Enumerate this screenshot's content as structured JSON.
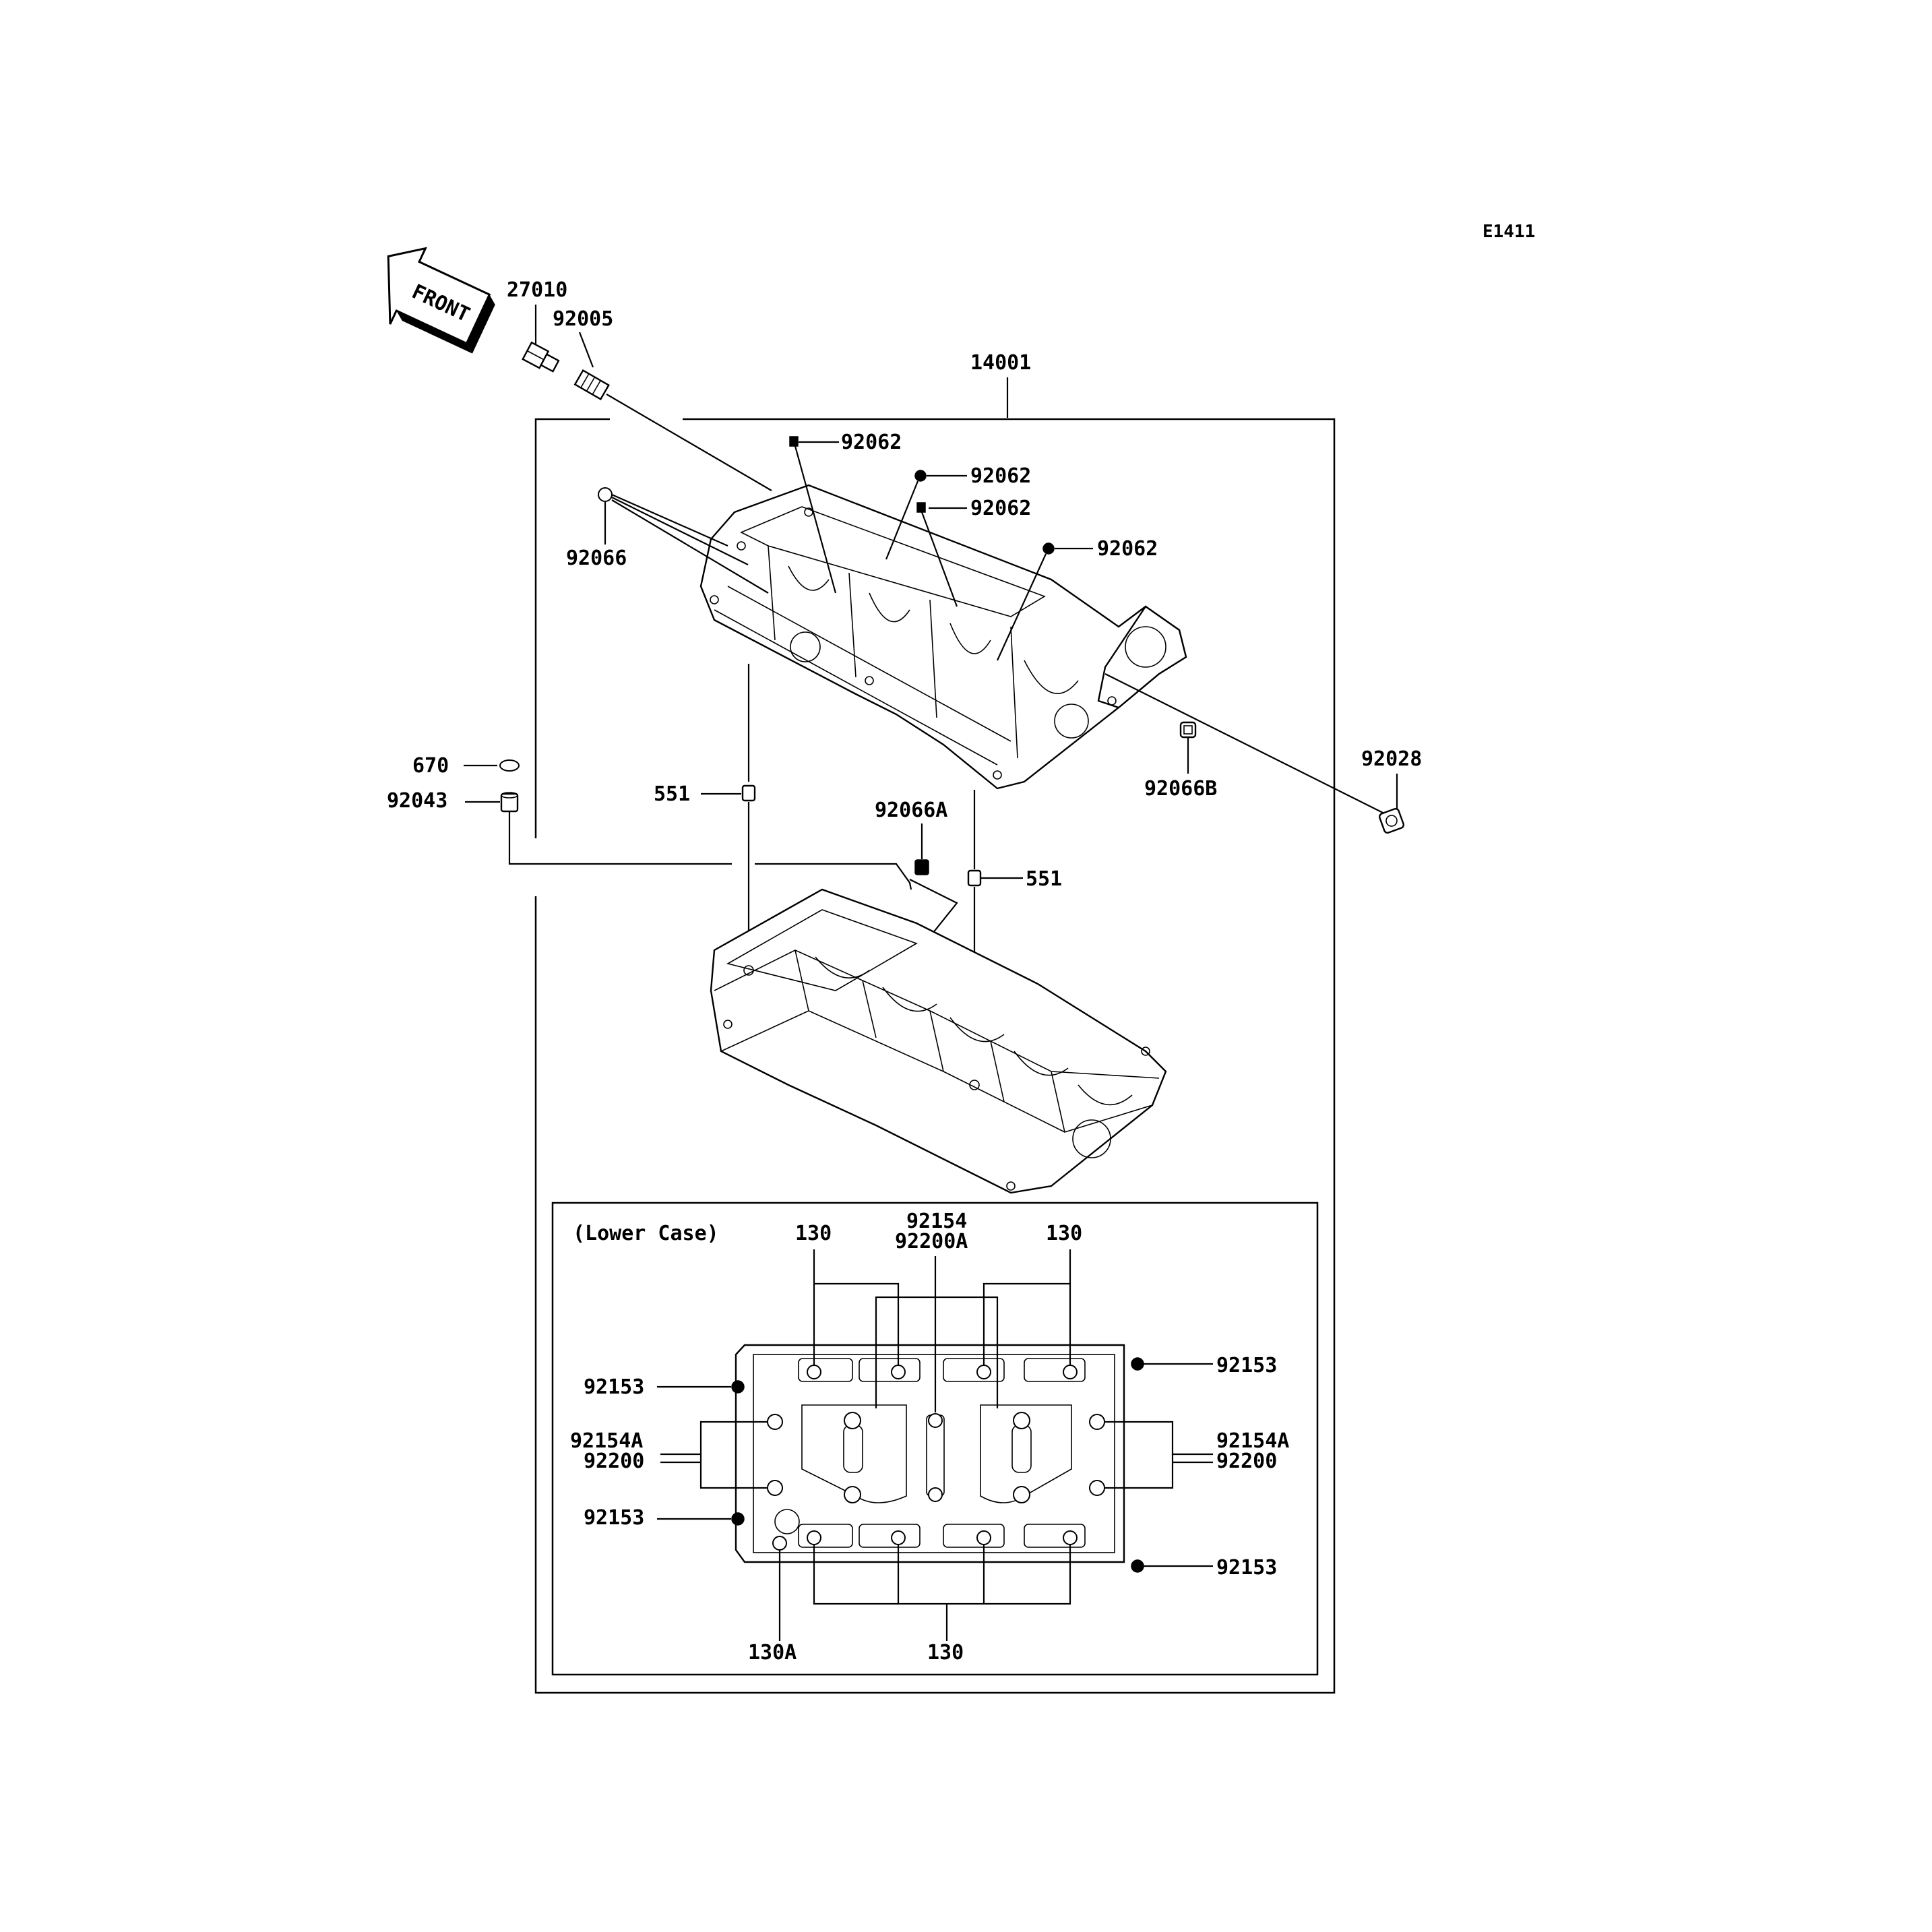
{
  "diagram_code": "E1411",
  "direction_label": "FRONT",
  "inset_title": "(Lower Case)",
  "parts": {
    "p27010": "27010",
    "p92005": "92005",
    "p14001": "14001",
    "p92062_a": "92062",
    "p92062_b": "92062",
    "p92062_c": "92062",
    "p92062_d": "92062",
    "p92066": "92066",
    "p670": "670",
    "p92043": "92043",
    "p551_a": "551",
    "p92066A": "92066A",
    "p551_b": "551",
    "p92066B": "92066B",
    "p92028": "92028",
    "p130_top_left": "130",
    "p92154_top": "92154",
    "p92200A_top": "92200A",
    "p130_top_right": "130",
    "p92153_left_top": "92153",
    "p92154A_left": "92154A",
    "p92200_left": "92200",
    "p92153_left_bottom": "92153",
    "p92153_right_top": "92153",
    "p92154A_right": "92154A",
    "p92200_right": "92200",
    "p92153_right_bottom": "92153",
    "p130A_bottom": "130A",
    "p130_bottom": "130"
  }
}
